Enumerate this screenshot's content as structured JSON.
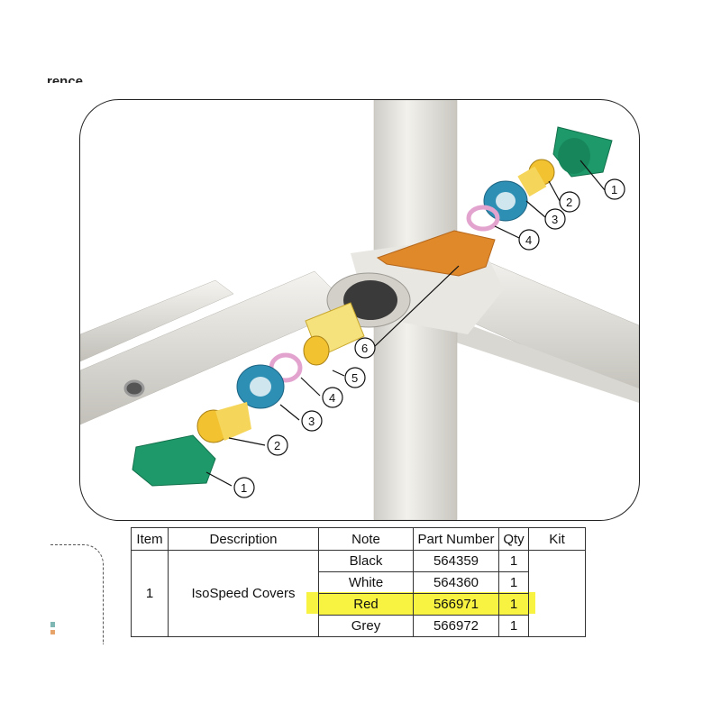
{
  "heading_fragment": "rence",
  "callouts": {
    "right": [
      "1",
      "2",
      "3",
      "4"
    ],
    "left": [
      "6",
      "5",
      "4",
      "3",
      "2",
      "1"
    ]
  },
  "table": {
    "headers": [
      "Item",
      "Description",
      "Note",
      "Part Number",
      "Qty",
      "Kit"
    ],
    "item": "1",
    "description": "IsoSpeed Covers",
    "rows": [
      {
        "note": "Black",
        "part_number": "564359",
        "qty": "1"
      },
      {
        "note": "White",
        "part_number": "564360",
        "qty": "1"
      },
      {
        "note": "Red",
        "part_number": "566971",
        "qty": "1"
      },
      {
        "note": "Grey",
        "part_number": "566972",
        "qty": "1"
      }
    ],
    "highlighted_row": "Red"
  },
  "colors": {
    "highlight": "#f7f340",
    "cover_green": "#1e9a6a",
    "bushing_gold": "#f2c230",
    "washer_blue": "#2d8fb4",
    "ring_pink": "#e3a3cf",
    "insert_orange": "#e0892a",
    "frame_white": "#e8e6e1"
  }
}
